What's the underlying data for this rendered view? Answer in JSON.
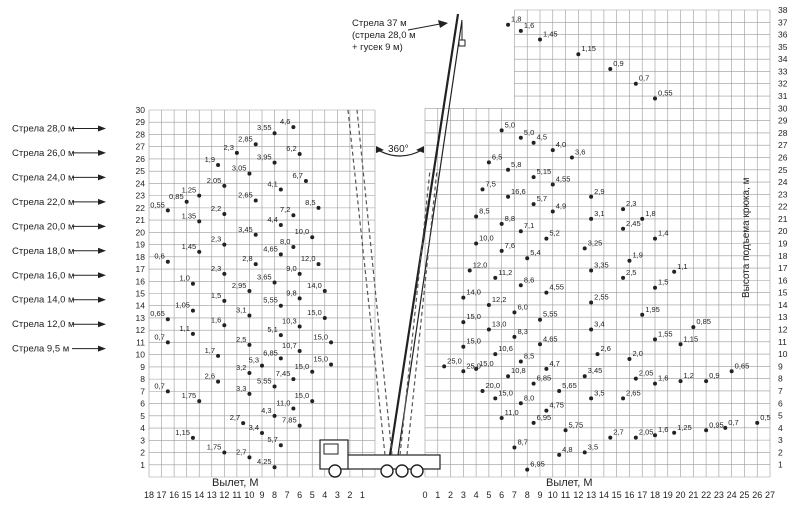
{
  "chart_data": {
    "type": "scatter",
    "xlabel": "Вылет, М",
    "ylabel": "Высота подъема крюка, м",
    "left_x_ticks": [
      18,
      17,
      16,
      15,
      14,
      13,
      12,
      11,
      10,
      9,
      8,
      7,
      6,
      5,
      4,
      3,
      2,
      1
    ],
    "right_x_ticks": [
      0,
      1,
      2,
      3,
      4,
      5,
      6,
      7,
      8,
      9,
      10,
      11,
      12,
      13,
      14,
      15,
      16,
      17,
      18,
      19,
      20,
      21,
      22,
      23,
      24,
      25,
      26,
      27
    ],
    "left_y_ticks": [
      1,
      2,
      3,
      4,
      5,
      6,
      7,
      8,
      9,
      10,
      11,
      12,
      13,
      14,
      15,
      16,
      17,
      18,
      19,
      20,
      21,
      22,
      23,
      24,
      25,
      26,
      27,
      28,
      29,
      30
    ],
    "right_y_ticks": [
      1,
      2,
      3,
      4,
      5,
      6,
      7,
      8,
      9,
      10,
      11,
      12,
      13,
      14,
      15,
      16,
      17,
      18,
      19,
      20,
      21,
      22,
      23,
      24,
      25,
      26,
      27,
      28,
      29,
      30,
      31,
      32,
      33,
      34,
      35,
      36,
      37,
      38
    ],
    "left_xlim": [
      18,
      1
    ],
    "right_xlim": [
      0,
      27
    ],
    "left_ylim": [
      0,
      30
    ],
    "right_ylim": [
      0,
      38
    ],
    "rotation_label": "360°",
    "boom_labels": [
      {
        "text": "Стрела 28,0 м",
        "height": 28
      },
      {
        "text": "Стрела 26,0 м",
        "height": 26
      },
      {
        "text": "Стрела 24,0 м",
        "height": 24
      },
      {
        "text": "Стрела 22,0 м",
        "height": 22
      },
      {
        "text": "Стрела 20,0 м",
        "height": 20
      },
      {
        "text": "Стрела 18,0 м",
        "height": 18
      },
      {
        "text": "Стрела 16,0 м",
        "height": 16
      },
      {
        "text": "Стрела 14,0 м",
        "height": 14
      },
      {
        "text": "Стрела 12,0 м",
        "height": 12
      },
      {
        "text": "Стрела 9,5 м",
        "height": 10
      }
    ],
    "jib_label": [
      "Стрела 37 м",
      "(стрела 28,0 м",
      "+ гусек 9 м)"
    ],
    "left_points": [
      {
        "x": 6.5,
        "y": 28.6,
        "label": "4,6"
      },
      {
        "x": 8,
        "y": 28.1,
        "label": "3,55"
      },
      {
        "x": 9.5,
        "y": 27.2,
        "label": "2,85"
      },
      {
        "x": 11,
        "y": 26.5,
        "label": "2,3"
      },
      {
        "x": 12.5,
        "y": 25.5,
        "label": "1,9"
      },
      {
        "x": 6,
        "y": 26.4,
        "label": "6,2"
      },
      {
        "x": 8,
        "y": 25.7,
        "label": "3,95"
      },
      {
        "x": 10,
        "y": 24.8,
        "label": "3,05"
      },
      {
        "x": 12,
        "y": 23.8,
        "label": "2,05"
      },
      {
        "x": 14,
        "y": 23.0,
        "label": "1,25"
      },
      {
        "x": 15,
        "y": 22.5,
        "label": "0,85"
      },
      {
        "x": 16.5,
        "y": 21.8,
        "label": "0,55"
      },
      {
        "x": 5.5,
        "y": 24.2,
        "label": "6,7"
      },
      {
        "x": 7.5,
        "y": 23.5,
        "label": "4,1"
      },
      {
        "x": 9.5,
        "y": 22.6,
        "label": "2,65"
      },
      {
        "x": 12,
        "y": 21.5,
        "label": "2,2"
      },
      {
        "x": 14,
        "y": 20.9,
        "label": "1,35"
      },
      {
        "x": 4.5,
        "y": 22.0,
        "label": "8,5"
      },
      {
        "x": 6.5,
        "y": 21.4,
        "label": "7,2"
      },
      {
        "x": 7.5,
        "y": 20.6,
        "label": "4,4"
      },
      {
        "x": 9.5,
        "y": 19.8,
        "label": "3,45"
      },
      {
        "x": 12,
        "y": 19.0,
        "label": "2,3"
      },
      {
        "x": 14,
        "y": 18.4,
        "label": "1,45"
      },
      {
        "x": 16.5,
        "y": 17.6,
        "label": "0,6"
      },
      {
        "x": 5,
        "y": 19.6,
        "label": "10,0"
      },
      {
        "x": 6.5,
        "y": 18.8,
        "label": "8,0"
      },
      {
        "x": 7.5,
        "y": 18.2,
        "label": "4,65"
      },
      {
        "x": 9.5,
        "y": 17.4,
        "label": "2,8"
      },
      {
        "x": 12,
        "y": 16.6,
        "label": "2,3"
      },
      {
        "x": 14.5,
        "y": 15.8,
        "label": "1,0"
      },
      {
        "x": 4.5,
        "y": 17.4,
        "label": "12,0"
      },
      {
        "x": 6,
        "y": 16.6,
        "label": "9,0"
      },
      {
        "x": 8,
        "y": 15.9,
        "label": "3,65"
      },
      {
        "x": 10,
        "y": 15.2,
        "label": "2,95"
      },
      {
        "x": 12,
        "y": 14.4,
        "label": "1,5"
      },
      {
        "x": 14.5,
        "y": 13.6,
        "label": "1,05"
      },
      {
        "x": 16.5,
        "y": 12.9,
        "label": "0,65"
      },
      {
        "x": 4,
        "y": 15.2,
        "label": "14,0"
      },
      {
        "x": 6,
        "y": 14.6,
        "label": "9,8"
      },
      {
        "x": 7.5,
        "y": 14.0,
        "label": "5,55"
      },
      {
        "x": 10,
        "y": 13.2,
        "label": "3,1"
      },
      {
        "x": 12,
        "y": 12.4,
        "label": "1,6"
      },
      {
        "x": 14.5,
        "y": 11.7,
        "label": "1,1"
      },
      {
        "x": 16.5,
        "y": 11.0,
        "label": "0,7"
      },
      {
        "x": 4,
        "y": 13.0,
        "label": "15,0"
      },
      {
        "x": 6,
        "y": 12.3,
        "label": "10,3"
      },
      {
        "x": 7.5,
        "y": 11.6,
        "label": "5,1"
      },
      {
        "x": 10,
        "y": 10.8,
        "label": "2,5"
      },
      {
        "x": 12.5,
        "y": 9.9,
        "label": "1,7"
      },
      {
        "x": 3.5,
        "y": 11.0,
        "label": "15,0"
      },
      {
        "x": 6,
        "y": 10.3,
        "label": "10,7"
      },
      {
        "x": 7.5,
        "y": 9.7,
        "label": "6,85"
      },
      {
        "x": 9,
        "y": 9.1,
        "label": "5,3"
      },
      {
        "x": 10,
        "y": 8.5,
        "label": "3,2"
      },
      {
        "x": 12.5,
        "y": 7.8,
        "label": "2,6"
      },
      {
        "x": 16.5,
        "y": 7.0,
        "label": "0,7"
      },
      {
        "x": 3.5,
        "y": 9.2,
        "label": "15,0"
      },
      {
        "x": 5,
        "y": 8.6,
        "label": "15,0"
      },
      {
        "x": 6.5,
        "y": 8.0,
        "label": "7,45"
      },
      {
        "x": 8,
        "y": 7.4,
        "label": "5,55"
      },
      {
        "x": 10,
        "y": 6.8,
        "label": "3,3"
      },
      {
        "x": 14,
        "y": 6.2,
        "label": "1,75"
      },
      {
        "x": 5,
        "y": 6.2,
        "label": "15,0"
      },
      {
        "x": 6.5,
        "y": 5.6,
        "label": "11,0"
      },
      {
        "x": 8,
        "y": 5.0,
        "label": "4,3"
      },
      {
        "x": 10.5,
        "y": 4.4,
        "label": "2,7"
      },
      {
        "x": 6,
        "y": 4.2,
        "label": "7,85"
      },
      {
        "x": 9,
        "y": 3.6,
        "label": "3,4"
      },
      {
        "x": 14.5,
        "y": 3.2,
        "label": "1,15"
      },
      {
        "x": 7.5,
        "y": 2.6,
        "label": "5,7"
      },
      {
        "x": 12,
        "y": 2.0,
        "label": "1,75"
      },
      {
        "x": 10,
        "y": 1.6,
        "label": "2,7"
      },
      {
        "x": 8,
        "y": 0.8,
        "label": "4,25"
      }
    ],
    "right_points": [
      {
        "x": 6.5,
        "y": 36.8,
        "label": "1,8"
      },
      {
        "x": 7.5,
        "y": 36.3,
        "label": "1,6"
      },
      {
        "x": 9,
        "y": 35.6,
        "label": "1,45"
      },
      {
        "x": 12,
        "y": 34.4,
        "label": "1,15"
      },
      {
        "x": 14.5,
        "y": 33.2,
        "label": "0,9"
      },
      {
        "x": 16.5,
        "y": 32.0,
        "label": "0,7"
      },
      {
        "x": 18,
        "y": 30.8,
        "label": "0,55"
      },
      {
        "x": 6,
        "y": 28.2,
        "label": "5,0"
      },
      {
        "x": 7.5,
        "y": 27.6,
        "label": "5,0"
      },
      {
        "x": 8.5,
        "y": 27.2,
        "label": "4,5"
      },
      {
        "x": 10,
        "y": 26.6,
        "label": "4,0"
      },
      {
        "x": 11.5,
        "y": 26.0,
        "label": "3,6"
      },
      {
        "x": 5,
        "y": 25.6,
        "label": "6,5"
      },
      {
        "x": 6.5,
        "y": 25.0,
        "label": "5,8"
      },
      {
        "x": 8.5,
        "y": 24.4,
        "label": "5,15"
      },
      {
        "x": 10,
        "y": 23.8,
        "label": "4,55"
      },
      {
        "x": 13,
        "y": 22.8,
        "label": "2,9"
      },
      {
        "x": 15.5,
        "y": 21.8,
        "label": "2,3"
      },
      {
        "x": 17,
        "y": 21.0,
        "label": "1,8"
      },
      {
        "x": 4.5,
        "y": 23.4,
        "label": "7,5"
      },
      {
        "x": 6.5,
        "y": 22.8,
        "label": "16,6"
      },
      {
        "x": 8.5,
        "y": 22.2,
        "label": "5,7"
      },
      {
        "x": 10,
        "y": 21.6,
        "label": "4,9"
      },
      {
        "x": 13,
        "y": 21.0,
        "label": "3,1"
      },
      {
        "x": 15.5,
        "y": 20.2,
        "label": "2,45"
      },
      {
        "x": 18,
        "y": 19.4,
        "label": "1,4"
      },
      {
        "x": 4,
        "y": 21.2,
        "label": "8,5"
      },
      {
        "x": 6,
        "y": 20.6,
        "label": "8,8"
      },
      {
        "x": 7.5,
        "y": 20.0,
        "label": "7,1"
      },
      {
        "x": 9.5,
        "y": 19.4,
        "label": "5,2"
      },
      {
        "x": 12.5,
        "y": 18.6,
        "label": "3,25"
      },
      {
        "x": 16,
        "y": 17.6,
        "label": "1,9"
      },
      {
        "x": 19.5,
        "y": 16.7,
        "label": "1,1"
      },
      {
        "x": 4,
        "y": 19.0,
        "label": "10,0"
      },
      {
        "x": 6,
        "y": 18.4,
        "label": "7,6"
      },
      {
        "x": 8,
        "y": 17.8,
        "label": "5,4"
      },
      {
        "x": 13,
        "y": 16.8,
        "label": "3,35"
      },
      {
        "x": 15.5,
        "y": 16.2,
        "label": "2,5"
      },
      {
        "x": 18,
        "y": 15.4,
        "label": "1,5"
      },
      {
        "x": 3.5,
        "y": 16.8,
        "label": "12,0"
      },
      {
        "x": 5.5,
        "y": 16.2,
        "label": "11,2"
      },
      {
        "x": 7.5,
        "y": 15.6,
        "label": "8,6"
      },
      {
        "x": 9.5,
        "y": 15.0,
        "label": "4,55"
      },
      {
        "x": 13,
        "y": 14.2,
        "label": "2,55"
      },
      {
        "x": 17,
        "y": 13.2,
        "label": "1,95"
      },
      {
        "x": 21,
        "y": 12.2,
        "label": "0,85"
      },
      {
        "x": 3,
        "y": 14.6,
        "label": "14,0"
      },
      {
        "x": 5,
        "y": 14.0,
        "label": "12,2"
      },
      {
        "x": 7,
        "y": 13.4,
        "label": "6,0"
      },
      {
        "x": 9,
        "y": 12.8,
        "label": "5,55"
      },
      {
        "x": 13,
        "y": 12.0,
        "label": "3,4"
      },
      {
        "x": 18,
        "y": 11.2,
        "label": "1,55"
      },
      {
        "x": 20,
        "y": 10.8,
        "label": "1,15"
      },
      {
        "x": 3,
        "y": 12.6,
        "label": "15,0"
      },
      {
        "x": 5,
        "y": 12.0,
        "label": "13,0"
      },
      {
        "x": 7,
        "y": 11.4,
        "label": "8,3"
      },
      {
        "x": 9,
        "y": 10.8,
        "label": "4,65"
      },
      {
        "x": 13.5,
        "y": 10.0,
        "label": "2,6"
      },
      {
        "x": 16,
        "y": 9.6,
        "label": "2,0"
      },
      {
        "x": 24,
        "y": 8.6,
        "label": "0,65"
      },
      {
        "x": 3,
        "y": 10.6,
        "label": "15,0"
      },
      {
        "x": 5.5,
        "y": 10.0,
        "label": "10,6"
      },
      {
        "x": 7.5,
        "y": 9.4,
        "label": "8,5"
      },
      {
        "x": 9.5,
        "y": 8.8,
        "label": "4,7"
      },
      {
        "x": 12.5,
        "y": 8.2,
        "label": "3,45"
      },
      {
        "x": 18,
        "y": 7.6,
        "label": "1,6"
      },
      {
        "x": 20,
        "y": 7.8,
        "label": "1,2"
      },
      {
        "x": 22,
        "y": 7.8,
        "label": "0,9"
      },
      {
        "x": 4,
        "y": 8.8,
        "label": "15,0"
      },
      {
        "x": 6.5,
        "y": 8.2,
        "label": "10,8"
      },
      {
        "x": 8.5,
        "y": 7.6,
        "label": "6,85"
      },
      {
        "x": 10.5,
        "y": 7.0,
        "label": "5,65"
      },
      {
        "x": 13,
        "y": 6.4,
        "label": "3,5"
      },
      {
        "x": 15.5,
        "y": 6.4,
        "label": "2,65"
      },
      {
        "x": 16.5,
        "y": 8.0,
        "label": "2,05"
      },
      {
        "x": 1.5,
        "y": 9.0,
        "label": "25,0"
      },
      {
        "x": 3,
        "y": 8.6,
        "label": "25,0"
      },
      {
        "x": 4.5,
        "y": 7.0,
        "label": "20,0"
      },
      {
        "x": 5.5,
        "y": 6.4,
        "label": "15,0"
      },
      {
        "x": 7.5,
        "y": 6.0,
        "label": "8,0"
      },
      {
        "x": 9.5,
        "y": 5.4,
        "label": "4,75"
      },
      {
        "x": 6,
        "y": 4.8,
        "label": "11,0"
      },
      {
        "x": 8.5,
        "y": 4.4,
        "label": "6,95"
      },
      {
        "x": 11,
        "y": 3.8,
        "label": "5,75"
      },
      {
        "x": 14.5,
        "y": 3.2,
        "label": "2,7"
      },
      {
        "x": 16.5,
        "y": 3.2,
        "label": "2,05"
      },
      {
        "x": 18,
        "y": 3.4,
        "label": "1,6"
      },
      {
        "x": 19.5,
        "y": 3.6,
        "label": "1,25"
      },
      {
        "x": 22,
        "y": 3.8,
        "label": "0,95"
      },
      {
        "x": 23.5,
        "y": 4.0,
        "label": "0,7"
      },
      {
        "x": 26,
        "y": 4.4,
        "label": "0,5"
      },
      {
        "x": 7,
        "y": 2.4,
        "label": "8,7"
      },
      {
        "x": 10.5,
        "y": 1.8,
        "label": "4,8"
      },
      {
        "x": 12.5,
        "y": 2.0,
        "label": "3,5"
      },
      {
        "x": 8,
        "y": 0.6,
        "label": "6,95"
      }
    ]
  }
}
